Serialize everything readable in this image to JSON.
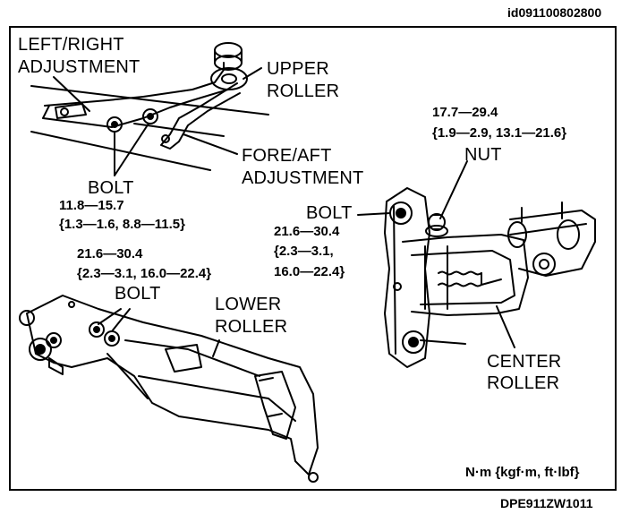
{
  "image_id": "id091100802800",
  "drawing_code": "DPE911ZW1011",
  "units_note": "N·m {kgf·m, ft·lbf}",
  "labels": {
    "left_right_line1": "LEFT/RIGHT",
    "left_right_line2": "ADJUSTMENT",
    "upper_roller_line1": "UPPER",
    "upper_roller_line2": "ROLLER",
    "fore_aft_line1": "FORE/AFT",
    "fore_aft_line2": "ADJUSTMENT",
    "bolt_upper": "BOLT",
    "bolt_center": "BOLT",
    "bolt_lower": "BOLT",
    "nut": "NUT",
    "lower_roller_line1": "LOWER",
    "lower_roller_line2": "ROLLER",
    "center_roller_line1": "CENTER",
    "center_roller_line2": "ROLLER"
  },
  "torque_specs": {
    "upper_bolt_line1": "11.8—15.7",
    "upper_bolt_line2": "{1.3—1.6, 8.8—11.5}",
    "lower_bolt_line1": "21.6—30.4",
    "lower_bolt_line2": "{2.3—3.1, 16.0—22.4}",
    "center_bolt_line1": "21.6—30.4",
    "center_bolt_line2": "{2.3—3.1,",
    "center_bolt_line3": "16.0—22.4}",
    "nut_line1": "17.7—29.4",
    "nut_line2": "{1.9—2.9, 13.1—21.6}"
  }
}
